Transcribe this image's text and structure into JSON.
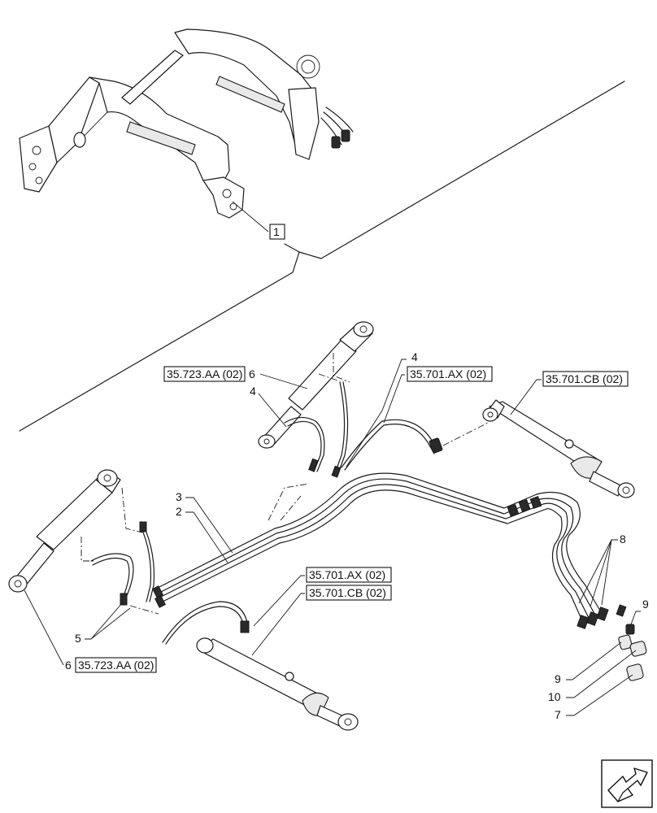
{
  "callouts": {
    "item_1": "1",
    "item_2": "2",
    "item_3": "3",
    "item_4_left": "4",
    "item_4_right": "4",
    "item_5": "5",
    "item_6_top": "6",
    "item_6_bottom": "6",
    "item_7": "7",
    "item_8": "8",
    "item_9_right": "9",
    "item_9_left": "9",
    "item_10": "10"
  },
  "references": {
    "ref_723_top": "35.723.AA (02)",
    "ref_701_ax_top": "35.701.AX (02)",
    "ref_701_cb_top": "35.701.CB (02)",
    "ref_701_ax_bottom": "35.701.AX (02)",
    "ref_701_cb_bottom": "35.701.CB (02)",
    "ref_723_bottom": "35.723.AA (02)"
  },
  "icons": {
    "nav": "next-page-arrow-icon"
  }
}
